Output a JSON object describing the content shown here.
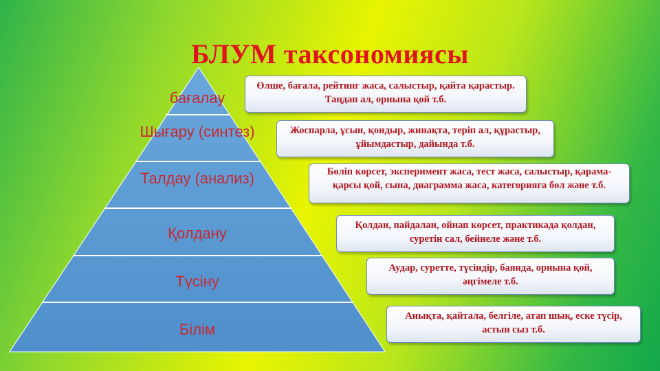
{
  "title": "БЛУМ таксономиясы",
  "levels": [
    {
      "label": "бағалау"
    },
    {
      "label": "Шығару (синтез)"
    },
    {
      "label": "Талдау (анализ)"
    },
    {
      "label": "Қолдану"
    },
    {
      "label": "Түсіну"
    },
    {
      "label": "Білім"
    }
  ],
  "descriptions": [
    {
      "text": "Өлше, бағала, рейтинг жаса, салыстыр, қайта қарастыр. Таңдап ал, орнына қой т.б."
    },
    {
      "text": "Жоспарла, ұсын, қондыр, жинақта, теріп ал, құрастыр, ұйымдастыр, дайында т.б."
    },
    {
      "text": "Бөліп көрсет, эксперимент жаса, тест жаса, салыстыр, қарама-қарсы қой, сына, диаграмма жаса, категорияға бөл және т.б."
    },
    {
      "text": "Қолдан, пайдалан, ойнап көрсет, практикада қолдан, суретін сал, бейнеле және т.б."
    },
    {
      "text": "Аудар, суретте,  түсіндір, баянда, орнына қой, әңгімеле  т.б."
    },
    {
      "text": "Анықта, қайтала, белгіле, атап шық, еске түсір, астын сыз т.б."
    }
  ],
  "colors": {
    "pyramid_fill": "#5b9bd5",
    "pyramid_stroke": "#ffffff",
    "label_text": "#c62a33",
    "box_text": "#b4161e",
    "title_text": "#e0141c"
  }
}
